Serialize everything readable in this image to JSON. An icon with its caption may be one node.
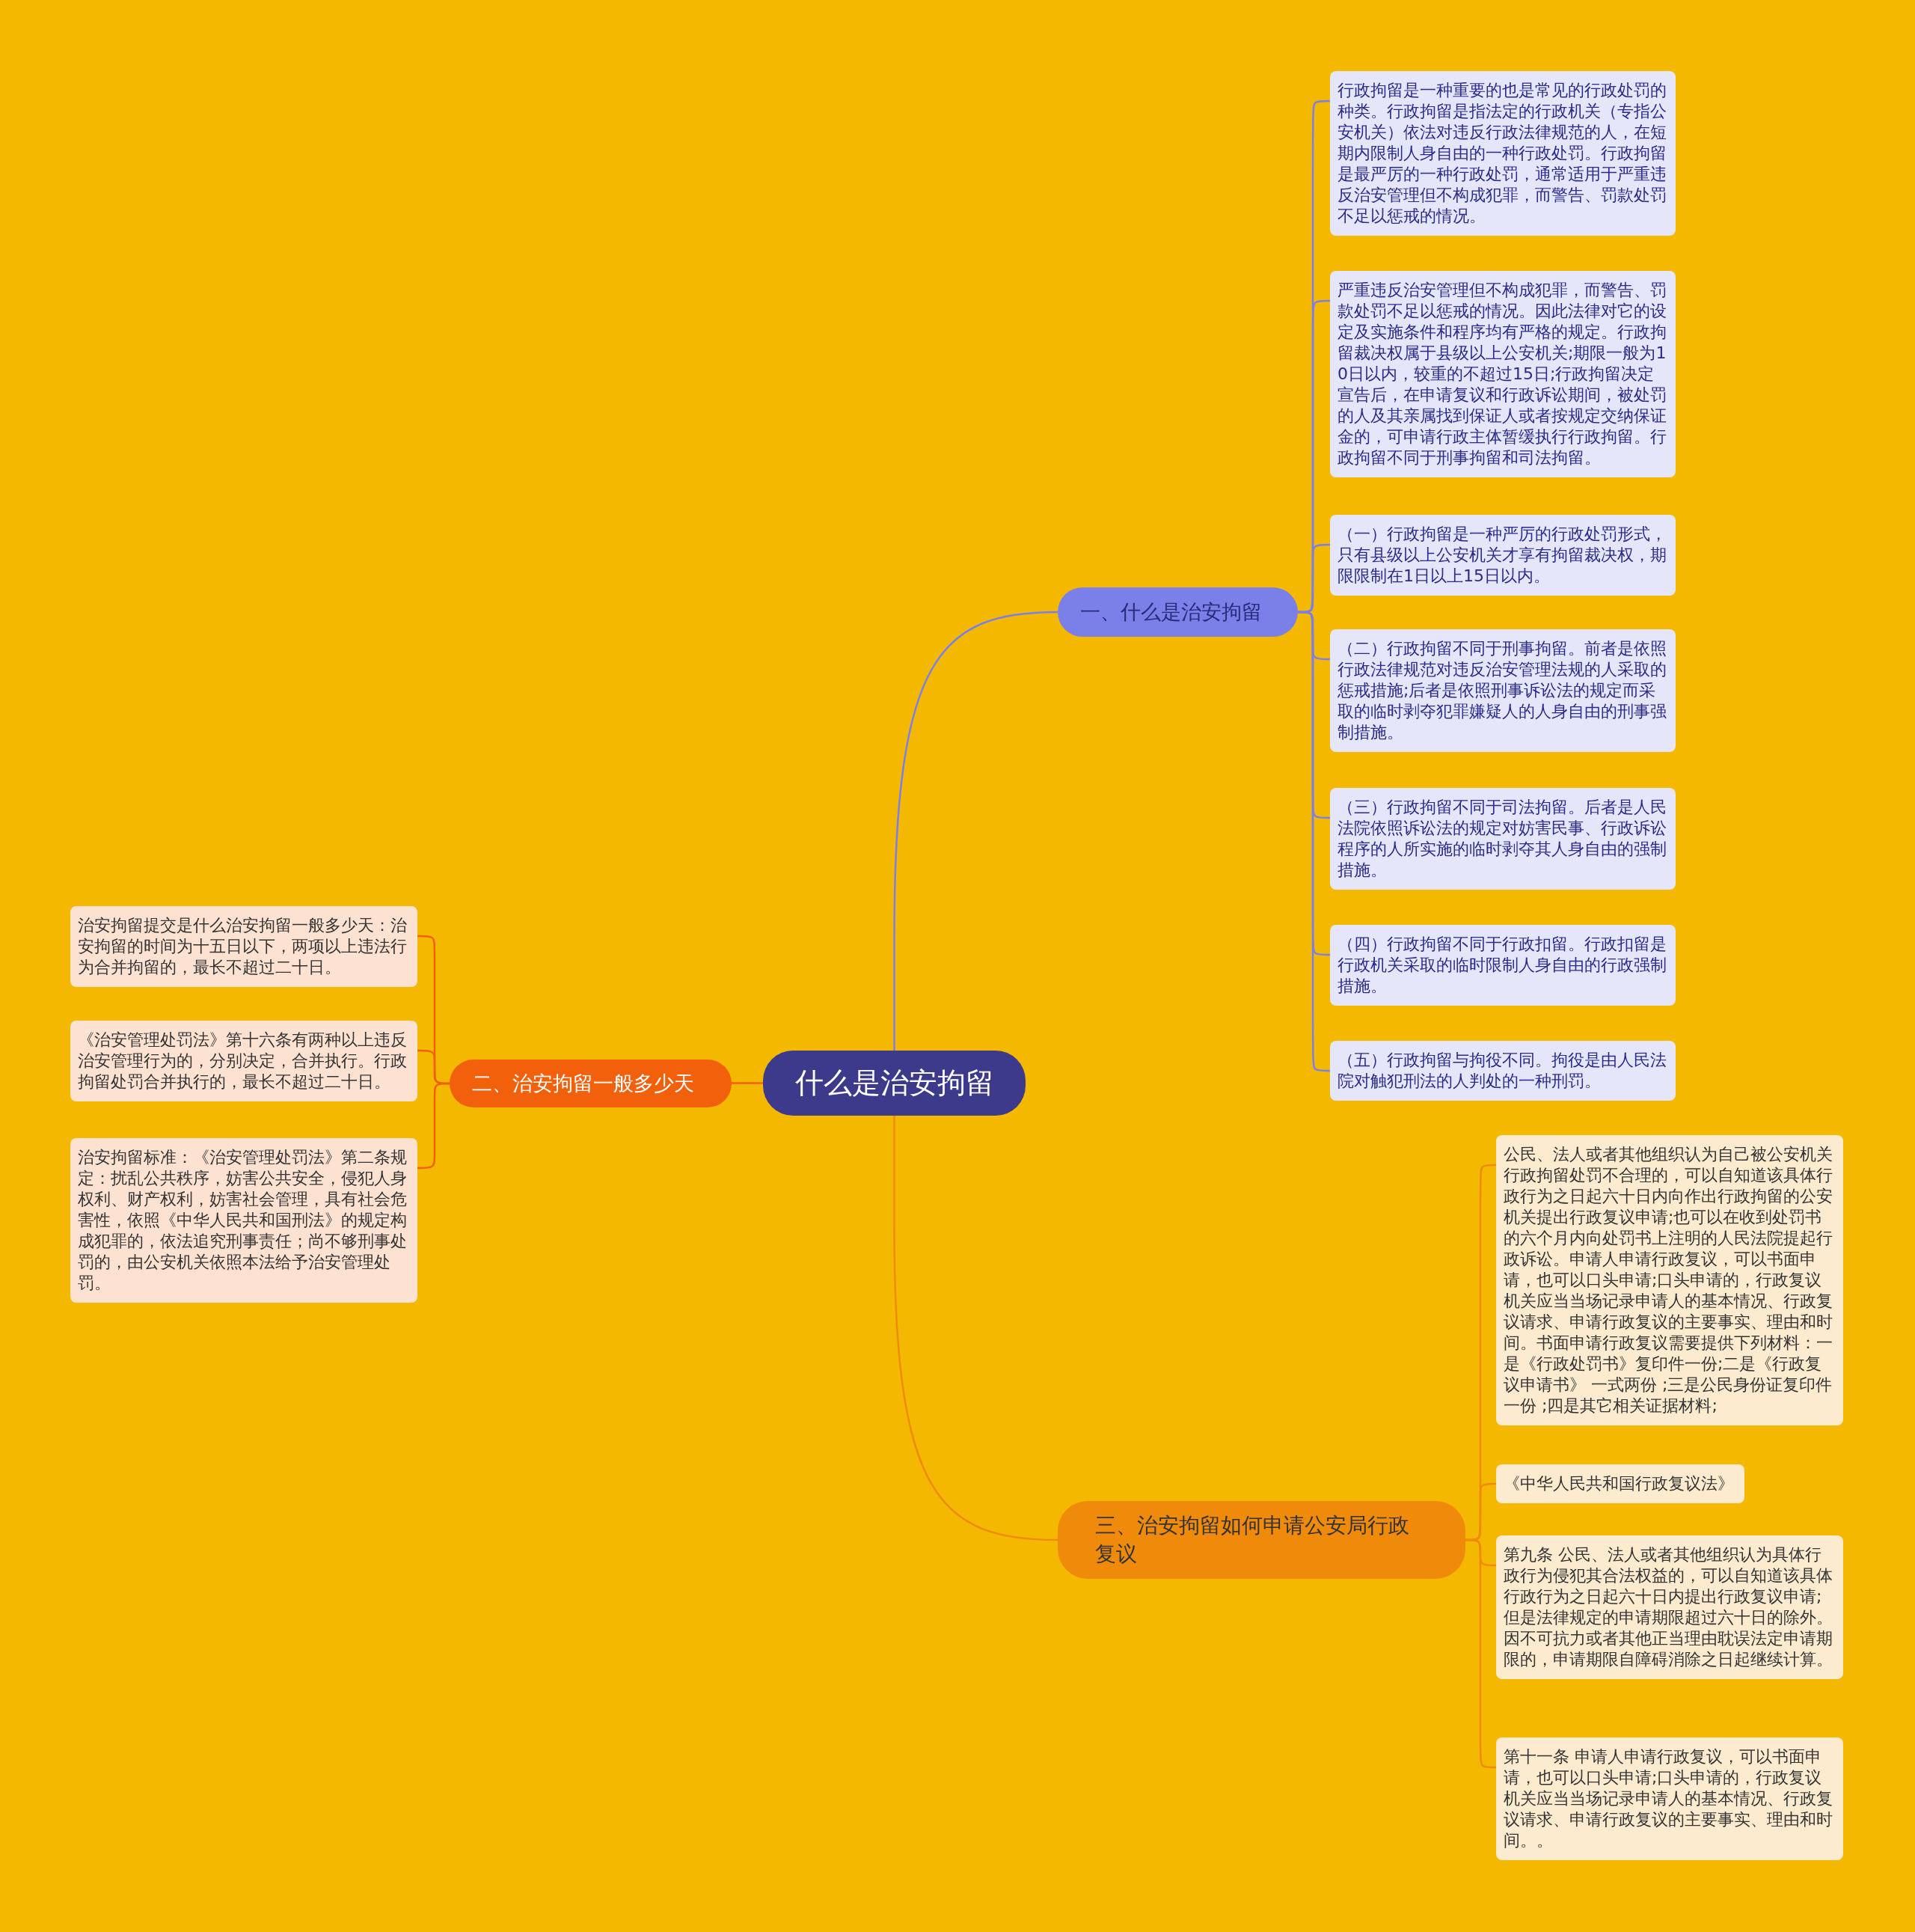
{
  "diagram": {
    "nodes": [
      {
        "text": [
          "什么是治安拘留"
        ]
      },
      {
        "text": [
          "一、什么是治安拘留"
        ]
      },
      {
        "text": [
          "行政拘留是一种重要的也是常见的行政处罚的种类。行政拘留是指法定的行政机关（专指公安机关）依法对违反行政法律规范的人，在短期内限制人身自由的一种行政处罚。行政拘留是最严厉的一种行政处罚，通常适用于严重违反治安管理但不构成犯罪，而警告、罚款处罚不足以惩戒的情况。"
        ]
      },
      {
        "text": [
          "严重违反治安管理但不构成犯罪，而警告、罚款处罚不足以惩戒的情况。因此法律对它的设定及实施条件和程序均有严格的规定。行政拘留裁决权属于县级以上公安机关;期限一般为10日以内，较重的不超过15日;行政拘留决定宣告后，在申请复议和行政诉讼期间，被处罚的人及其亲属找到保证人或者按规定交纳保证金的，可申请行政主体暂缓执行行政拘留。行政拘留不同于刑事拘留和司法拘留。"
        ]
      },
      {
        "text": [
          "（一）行政拘留是一种严厉的行政处罚形式，只有县级以上公安机关才享有拘留裁决权，期限限制在1日以上15日以内。"
        ]
      },
      {
        "text": [
          "（二）行政拘留不同于刑事拘留。前者是依照行政法律规范对违反治安管理法规的人采取的惩戒措施;后者是依照刑事诉讼法的规定而采取的临时剥夺犯罪嫌疑人的人身自由的刑事强制措施。"
        ]
      },
      {
        "text": [
          "（三）行政拘留不同于司法拘留。后者是人民法院依照诉讼法的规定对妨害民事、行政诉讼程序的人所实施的临时剥夺其人身自由的强制措施。"
        ]
      },
      {
        "text": [
          "（四）行政拘留不同于行政扣留。行政扣留是行政机关采取的临时限制人身自由的行政强制措施。"
        ]
      },
      {
        "text": [
          "（五）行政拘留与拘役不同。拘役是由人民法院对触犯刑法的人判处的一种刑罚。"
        ]
      },
      {
        "text": [
          "二、治安拘留一般多少天"
        ]
      },
      {
        "text": [
          "治安拘留提交是什么治安拘留一般多少天：治安拘留的时间为十五日以下，两项以上违法行为合并拘留的，最长不超过二十日。"
        ]
      },
      {
        "text": [
          "《治安管理处罚法》第十六条有两种以上违反治安管理行为的，分别决定，合并执行。行政拘留处罚合并执行的，最长不超过二十日。"
        ]
      },
      {
        "text": [
          "治安拘留标准：《治安管理处罚法》第二条规定：扰乱公共秩序，妨害公共安全，侵犯人身权利、财产权利，妨害社会管理，具有社会危害性，依照《中华人民共和国刑法》的规定构成犯罪的，依法追究刑事责任；尚不够刑事处罚的，由公安机关依照本法给予治安管理处罚。"
        ]
      },
      {
        "text": [
          "三、治安拘留如何申请公安局行政复议"
        ]
      },
      {
        "text": [
          "公民、法人或者其他组织认为自己被公安机关行政拘留处罚不合理的，可以自知道该具体行政行为之日起六十日内向作出行政拘留的公安机关提出行政复议申请;也可以在收到处罚书的六个月内向处罚书上注明的人民法院提起行政诉讼。申请人申请行政复议，可以书面申请，也可以口头申请;口头申请的，行政复议机关应当当场记录申请人的基本情况、行政复议请求、申请行政复议的主要事实、理由和时间。书面申请行政复议需要提供下列材料：一是《行政处罚书》复印件一份;二是《行政复议申请书》 一式两份 ;三是公民身份证复印件一份 ;四是其它相关证据材料;"
        ]
      },
      {
        "text": [
          "《中华人民共和国行政复议法》"
        ]
      },
      {
        "text": [
          "第九条 公民、法人或者其他组织认为具体行政行为侵犯其合法权益的，可以自知道该具体行政行为之日起六十日内提出行政复议申请;但是法律规定的申请期限超过六十日的除外。因不可抗力或者其他正当理由耽误法定申请期限的，申请期限自障碍消除之日起继续计算。"
        ]
      },
      {
        "text": [
          "第十一条 申请人申请行政复议，可以书面申请，也可以口头申请;口头申请的，行政复议机关应当当场记录申请人的基本情况、行政复议请求、申请行政复议的主要事实、理由和时间。。"
        ]
      }
    ],
    "edges": [
      {
        "from": 0,
        "to": 1,
        "arrow": "none",
        "color": "#7b7fe8"
      },
      {
        "from": 1,
        "to": 2,
        "arrow": "none",
        "color": "#7b7fe8"
      },
      {
        "from": 1,
        "to": 3,
        "arrow": "none",
        "color": "#7b7fe8"
      },
      {
        "from": 1,
        "to": 4,
        "arrow": "none",
        "color": "#7b7fe8"
      },
      {
        "from": 1,
        "to": 5,
        "arrow": "none",
        "color": "#7b7fe8"
      },
      {
        "from": 1,
        "to": 6,
        "arrow": "none",
        "color": "#7b7fe8"
      },
      {
        "from": 1,
        "to": 7,
        "arrow": "none",
        "color": "#7b7fe8"
      },
      {
        "from": 1,
        "to": 8,
        "arrow": "none",
        "color": "#7b7fe8"
      },
      {
        "from": 0,
        "to": 9,
        "arrow": "none",
        "color": "#f2600c"
      },
      {
        "from": 9,
        "to": 10,
        "arrow": "none",
        "color": "#f2600c"
      },
      {
        "from": 9,
        "to": 11,
        "arrow": "none",
        "color": "#f2600c"
      },
      {
        "from": 9,
        "to": 12,
        "arrow": "none",
        "color": "#f2600c"
      },
      {
        "from": 0,
        "to": 13,
        "arrow": "none",
        "color": "#ef8a0a"
      },
      {
        "from": 13,
        "to": 14,
        "arrow": "none",
        "color": "#ef8a0a"
      },
      {
        "from": 13,
        "to": 15,
        "arrow": "none",
        "color": "#ef8a0a"
      },
      {
        "from": 13,
        "to": 16,
        "arrow": "none",
        "color": "#ef8a0a"
      },
      {
        "from": 13,
        "to": 17,
        "arrow": "none",
        "color": "#ef8a0a"
      }
    ]
  }
}
